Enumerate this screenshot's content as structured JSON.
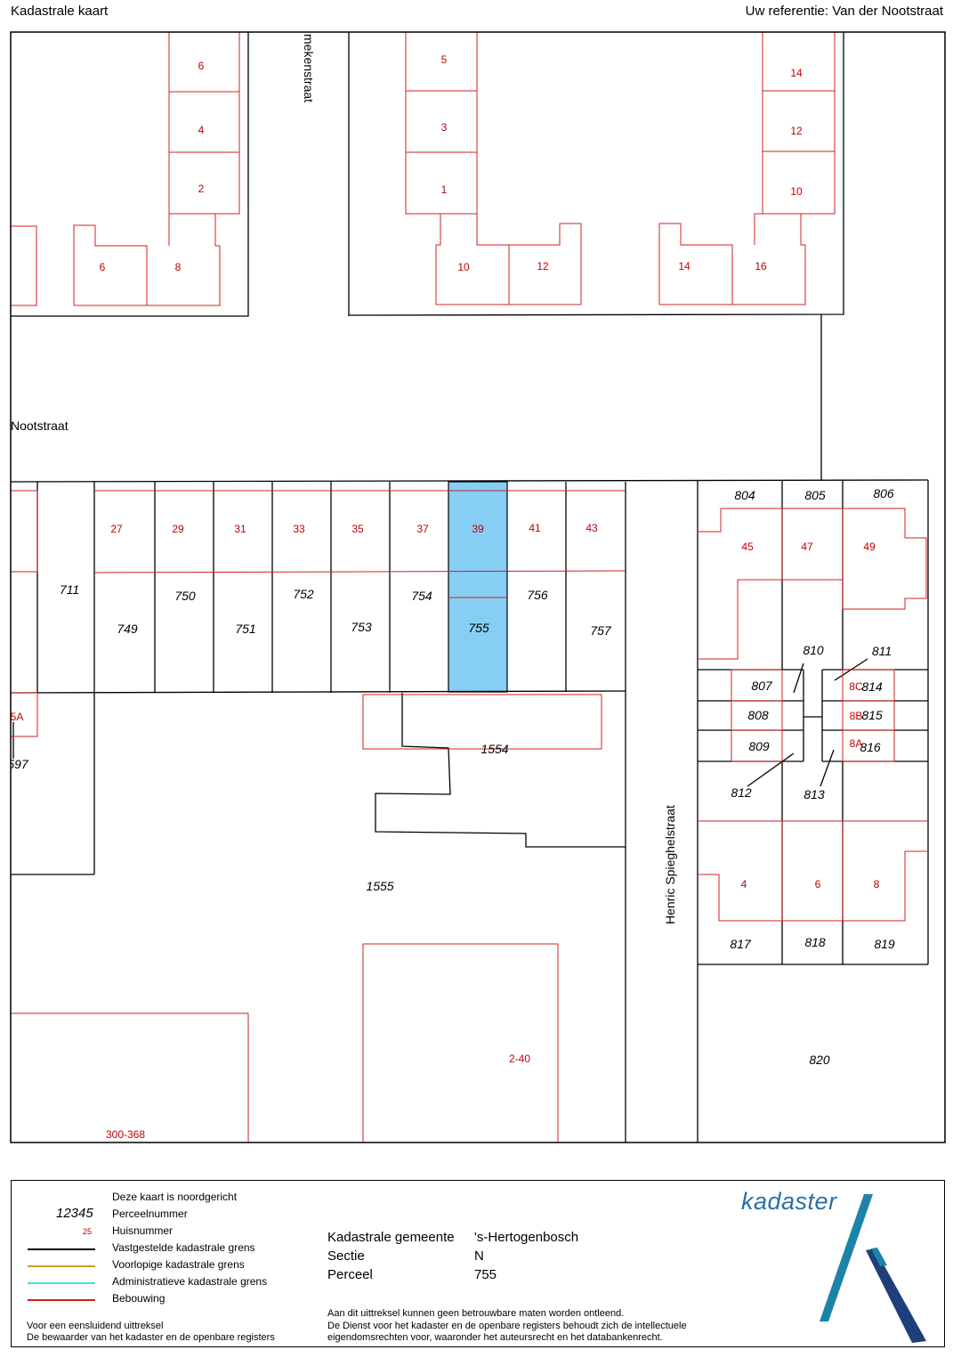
{
  "header": {
    "title": "Kadastrale kaart",
    "reference": "Uw referentie: Van der Nootstraat"
  },
  "colors": {
    "parcel_line": "#000000",
    "building_line": "#d02020",
    "highlight": "#87cef5",
    "logo_blue": "#2b6fa3",
    "logo_dark": "#1f3f7a",
    "logo_teal": "#1d84a8"
  },
  "streets": [
    "mekenstraat",
    "Nootstraat",
    "Henric Spieghelstraat"
  ],
  "parcel_numbers": [
    "711",
    "749",
    "750",
    "751",
    "752",
    "753",
    "754",
    "755",
    "756",
    "757",
    "804",
    "805",
    "806",
    "810",
    "811",
    "807",
    "814",
    "808",
    "815",
    "809",
    "816",
    "812",
    "813",
    "1554",
    "1555",
    "817",
    "818",
    "819",
    "820",
    "597"
  ],
  "house_numbers": [
    "6",
    "4",
    "2",
    "5",
    "3",
    "1",
    "14",
    "12",
    "10",
    "6",
    "8",
    "10",
    "12",
    "14",
    "16",
    "27",
    "29",
    "31",
    "33",
    "35",
    "37",
    "39",
    "41",
    "43",
    "45",
    "47",
    "49",
    "8C",
    "8B",
    "8A",
    "4",
    "6",
    "8",
    "5A",
    "2-40",
    "300-368"
  ],
  "legend": {
    "north": "Deze kaart is noordgericht",
    "sample_parcel": "12345",
    "parcel_label": "Perceelnummer",
    "sample_house": "25",
    "house_label": "Huisnummer",
    "fixed": "Vastgestelde kadastrale grens",
    "provisional": "Voorlopige kadastrale grens",
    "administrative": "Administratieve kadastrale grens",
    "building": "Bebouwing",
    "cert_line1": "Voor een eensluidend uittreksel",
    "cert_line2": "De bewaarder van het kadaster en de openbare registers"
  },
  "info": {
    "gemeente_label": "Kadastrale gemeente",
    "gemeente_value": "'s-Hertogenbosch",
    "sectie_label": "Sectie",
    "sectie_value": "N",
    "perceel_label": "Perceel",
    "perceel_value": "755",
    "disclaimer1": "Aan dit uittreksel kunnen geen betrouwbare maten worden ontleend.",
    "disclaimer2": "De Dienst voor het kadaster en de openbare registers behoudt zich de intellectuele",
    "disclaimer3": "eigendomsrechten voor, waaronder het auteursrecht en het databankenrecht."
  },
  "logo": {
    "text": "kadaster"
  }
}
